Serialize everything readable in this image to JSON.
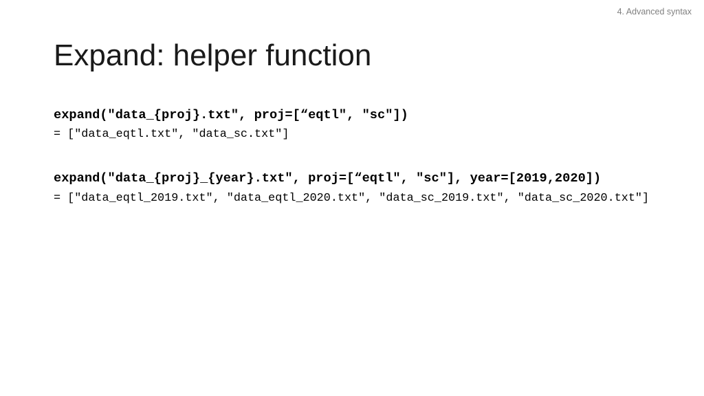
{
  "slide": {
    "section_header": "4. Advanced syntax",
    "title": "Expand: helper function",
    "examples": [
      {
        "call": "expand(\"data_{proj}.txt\", proj=[“eqtl\", \"sc\"])",
        "result": "= [\"data_eqtl.txt\", \"data_sc.txt\"]"
      },
      {
        "call": "expand(\"data_{proj}_{year}.txt\", proj=[“eqtl\", \"sc\"], year=[2019,2020])",
        "result": "= [\"data_eqtl_2019.txt\", \"data_eqtl_2020.txt\", \"data_sc_2019.txt\", \"data_sc_2020.txt\"]"
      }
    ],
    "colors": {
      "background": "#ffffff",
      "header_text": "#808080",
      "title_text": "#1a1a1a",
      "code_text": "#000000"
    }
  }
}
